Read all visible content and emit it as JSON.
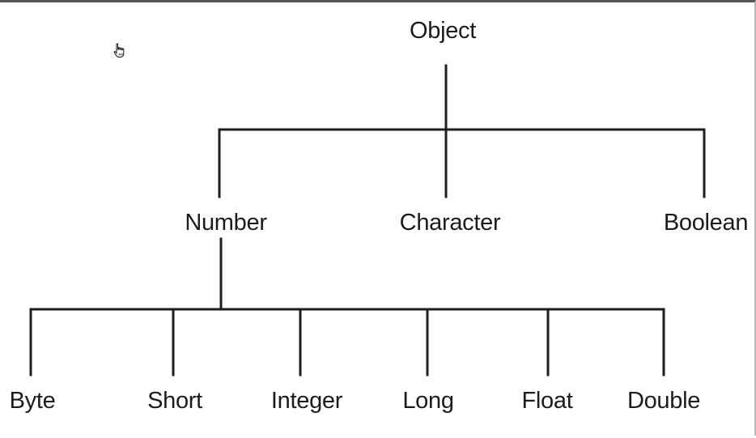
{
  "diagram": {
    "root": {
      "id": "object",
      "label": "Object"
    },
    "level1": [
      {
        "id": "number",
        "label": "Number"
      },
      {
        "id": "character",
        "label": "Character"
      },
      {
        "id": "boolean",
        "label": "Boolean"
      }
    ],
    "level2": [
      {
        "id": "byte",
        "label": "Byte"
      },
      {
        "id": "short",
        "label": "Short"
      },
      {
        "id": "integer",
        "label": "Integer"
      },
      {
        "id": "long",
        "label": "Long"
      },
      {
        "id": "float",
        "label": "Float"
      },
      {
        "id": "double",
        "label": "Double"
      }
    ],
    "edges": [
      {
        "from": "object",
        "to": "number"
      },
      {
        "from": "object",
        "to": "character"
      },
      {
        "from": "object",
        "to": "boolean"
      },
      {
        "from": "number",
        "to": "byte"
      },
      {
        "from": "number",
        "to": "short"
      },
      {
        "from": "number",
        "to": "integer"
      },
      {
        "from": "number",
        "to": "long"
      },
      {
        "from": "number",
        "to": "float"
      },
      {
        "from": "number",
        "to": "double"
      }
    ]
  },
  "cursor": {
    "icon": "hand-pointer-icon"
  },
  "colors": {
    "line": "#1e1e1e",
    "text": "#1c1c1c",
    "background": "#ffffff"
  }
}
